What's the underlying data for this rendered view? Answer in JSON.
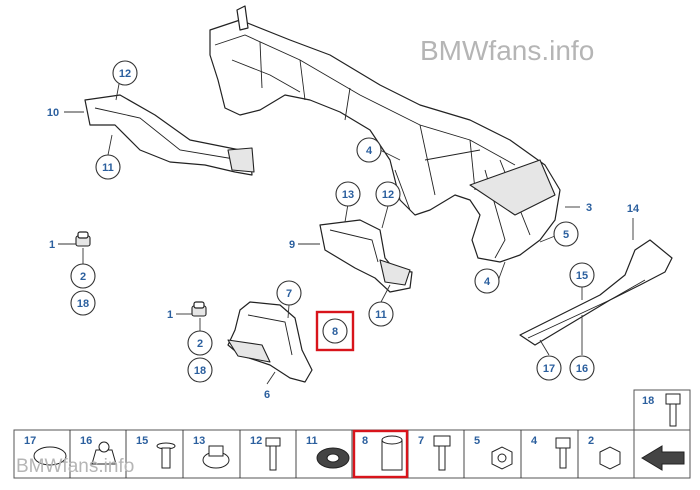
{
  "watermark_top": "BMWfans.info",
  "watermark_bottom": "BMWfans.info",
  "callouts": {
    "c12_top": "12",
    "c10": "10",
    "c11_top": "11",
    "c4_top": "4",
    "c3": "3",
    "c5": "5",
    "c4_low": "4",
    "c13_mid": "13",
    "c12_mid": "12",
    "c9": "9",
    "c11_mid": "11",
    "c14": "14",
    "c15": "15",
    "c16": "16",
    "c17": "17",
    "c1_a": "1",
    "c2_a": "2",
    "c18_a": "18",
    "c1_b": "1",
    "c2_b": "2",
    "c18_b": "18",
    "c7": "7",
    "c8": "8",
    "c6": "6"
  },
  "parts_strip": {
    "items": [
      {
        "num": "17"
      },
      {
        "num": "16"
      },
      {
        "num": "15"
      },
      {
        "num": "13"
      },
      {
        "num": "12"
      },
      {
        "num": "11"
      },
      {
        "num": "8"
      },
      {
        "num": "7"
      },
      {
        "num": "5"
      },
      {
        "num": "4"
      },
      {
        "num": "2"
      }
    ],
    "item_18": "18",
    "highlighted": "8"
  },
  "colors": {
    "callout_number": "#2b5f9e",
    "highlight": "#d8141b",
    "watermark": "#b5b5b5"
  }
}
